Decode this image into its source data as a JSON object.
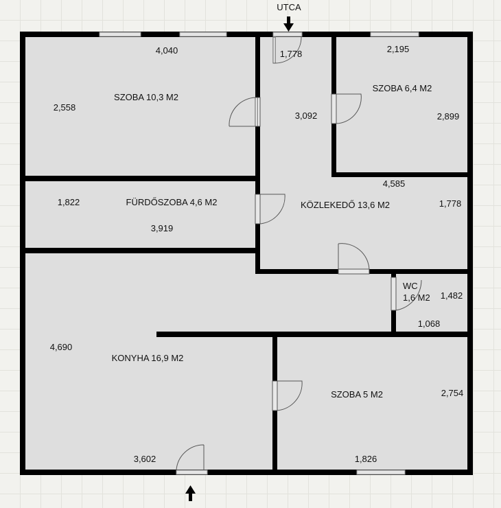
{
  "street_label": "UTCA",
  "rooms": {
    "szoba1": "SZOBA 10,3 M2",
    "szoba2": "SZOBA 6,4 M2",
    "furdo": "FÜRDŐSZOBA 4,6 M2",
    "kozlekedo": "KÖZLEKEDŐ 13,6 M2",
    "wc_line1": "WC",
    "wc_line2": "1,6 M2",
    "konyha": "KONYHA 16,9 M2",
    "szoba3": "SZOBA 5 M2"
  },
  "dimensions": {
    "szoba1_width": "4,040",
    "szoba1_height": "2,558",
    "entry_width": "1,778",
    "hall_upper": "3,092",
    "szoba2_width": "2,195",
    "szoba2_height": "2,899",
    "hall_width": "4,585",
    "hall_height": "1,778",
    "furdo_height": "1,822",
    "furdo_width": "3,919",
    "wc_height": "1,482",
    "wc_width": "1,068",
    "konyha_height": "4,690",
    "konyha_width": "3,602",
    "szoba3_height": "2,754",
    "szoba3_width": "1,826"
  },
  "colors": {
    "wall": "#000000",
    "room_fill": "#dedede",
    "window": "#e8e8e8",
    "door_line": "#555555"
  }
}
